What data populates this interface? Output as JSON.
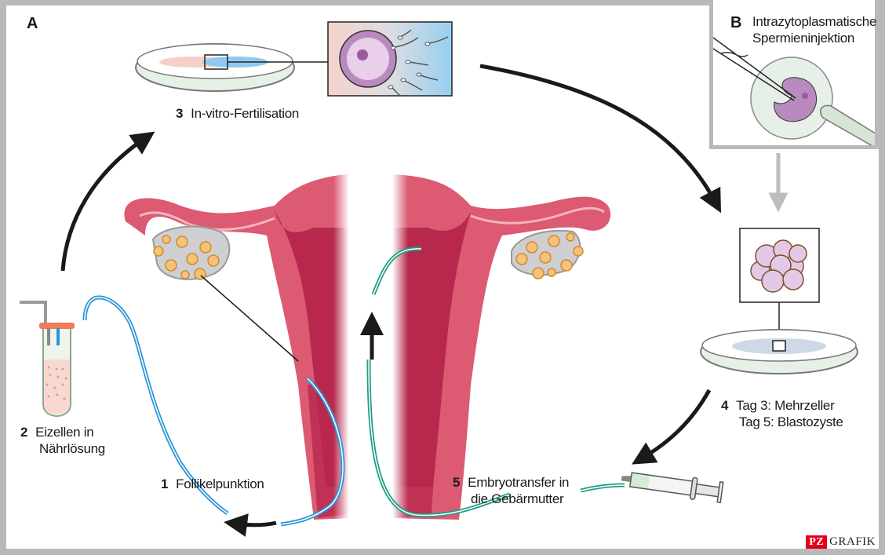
{
  "panels": {
    "a": {
      "letter": "A"
    },
    "b": {
      "letter": "B",
      "title_line1": "Intrazytoplasmatische",
      "title_line2": "Spermieninjektion"
    }
  },
  "steps": [
    {
      "number": "1",
      "line1": "Follikelpunktion",
      "line2": ""
    },
    {
      "number": "2",
      "line1": "Eizellen in",
      "line2": "Nährlösung"
    },
    {
      "number": "3",
      "line1": "In-vitro-Fertilisation",
      "line2": ""
    },
    {
      "number": "4",
      "line1": "Tag 3: Mehrzeller",
      "line2": "Tag 5: Blastozyste"
    },
    {
      "number": "5",
      "line1": "Embryotransfer in",
      "line2": "die Gebärmutter"
    }
  ],
  "credit": {
    "badge": "PZ",
    "text": "GRAFIK"
  },
  "colors": {
    "tissue": "#dc5a72",
    "tissue_dark": "#b8284d",
    "tissue_light": "#f3b4c0",
    "follicle": "#f5c27a",
    "ovary": "#cfcfd2",
    "cell": "#e4c9e6",
    "cell_ring": "#b98ac0",
    "tube_blue": "#2a95d8",
    "tube_green": "#1f9e86",
    "dish": "#e6f0e6",
    "arrow": "#1a1a1a",
    "panel_border": "#b9b9b9",
    "brand_red": "#e2001a"
  }
}
